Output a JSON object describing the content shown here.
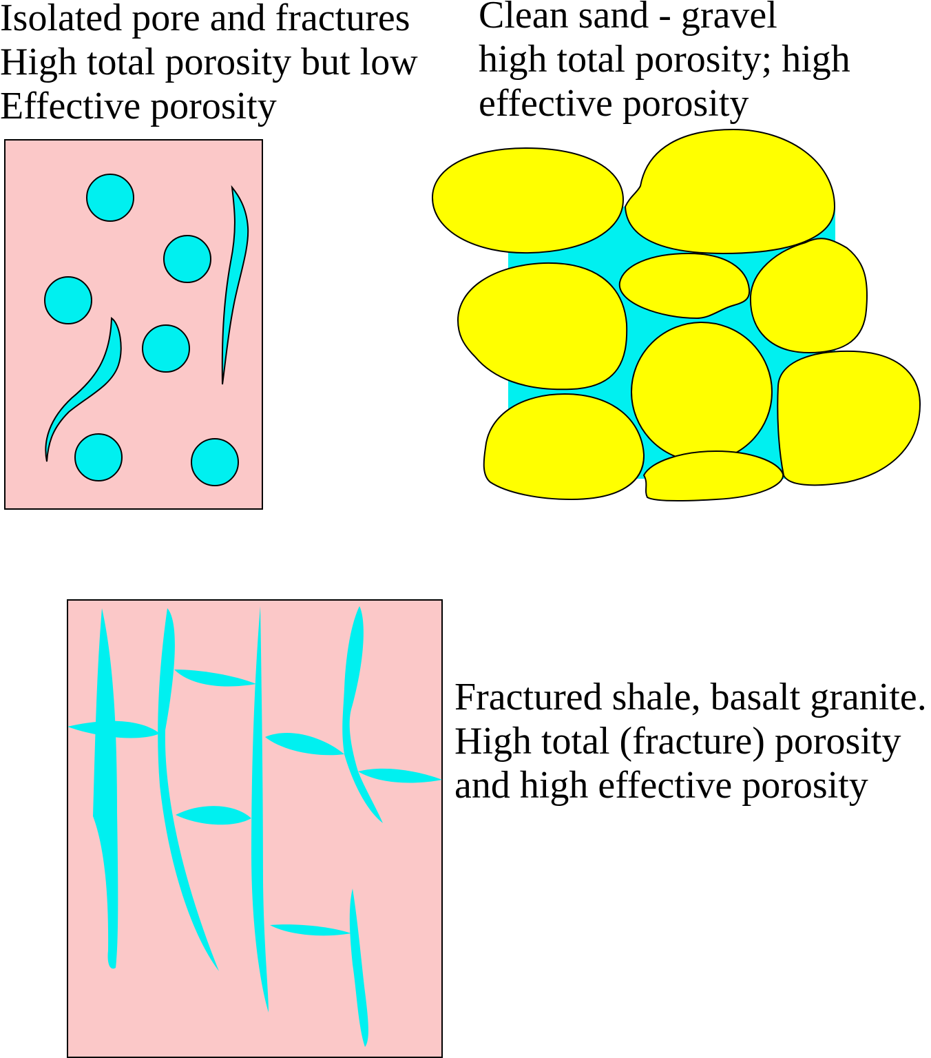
{
  "captions": {
    "isolated": {
      "lines": [
        "Isolated pore and fractures",
        "High total porosity but low",
        "Effective porosity"
      ]
    },
    "sand": {
      "lines": [
        "Clean sand - gravel",
        "high total porosity; high",
        "effective porosity"
      ]
    },
    "fractured": {
      "lines": [
        "Fractured shale, basalt granite.",
        "High total (fracture) porosity",
        "and high effective porosity"
      ]
    }
  },
  "colors": {
    "rock_matrix": "#fbc8c8",
    "pore_water": "#00f0f0",
    "grain": "#ffff00",
    "outline": "#000000"
  }
}
